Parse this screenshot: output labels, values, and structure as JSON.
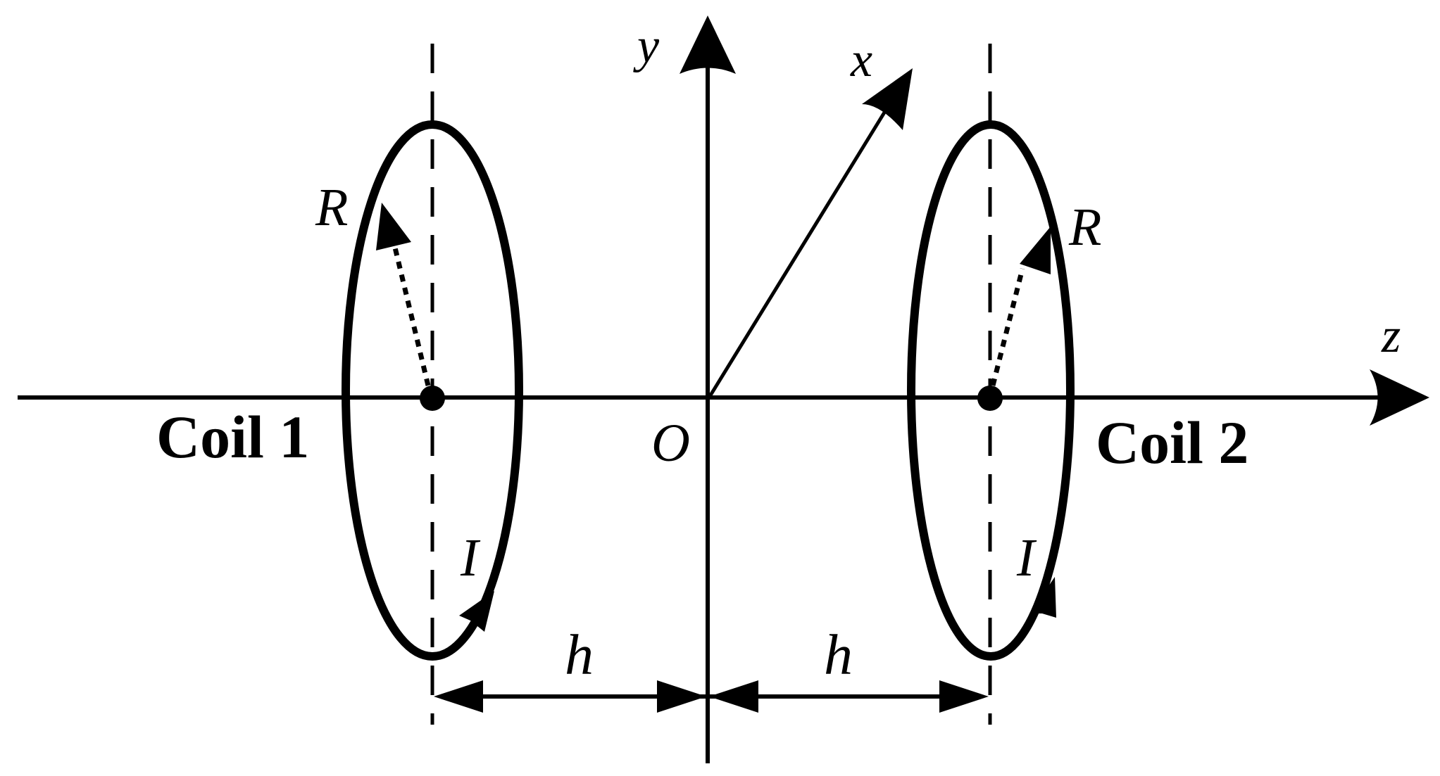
{
  "axes": {
    "x": "x",
    "y": "y",
    "z": "z",
    "origin": "O"
  },
  "coil1": {
    "label": "Coil 1",
    "radius_label": "R",
    "current_label": "I"
  },
  "coil2": {
    "label": "Coil 2",
    "radius_label": "R",
    "current_label": "I"
  },
  "spacing": {
    "left_label": "h",
    "right_label": "h"
  },
  "colors": {
    "ink": "#000000",
    "background": "#ffffff"
  }
}
